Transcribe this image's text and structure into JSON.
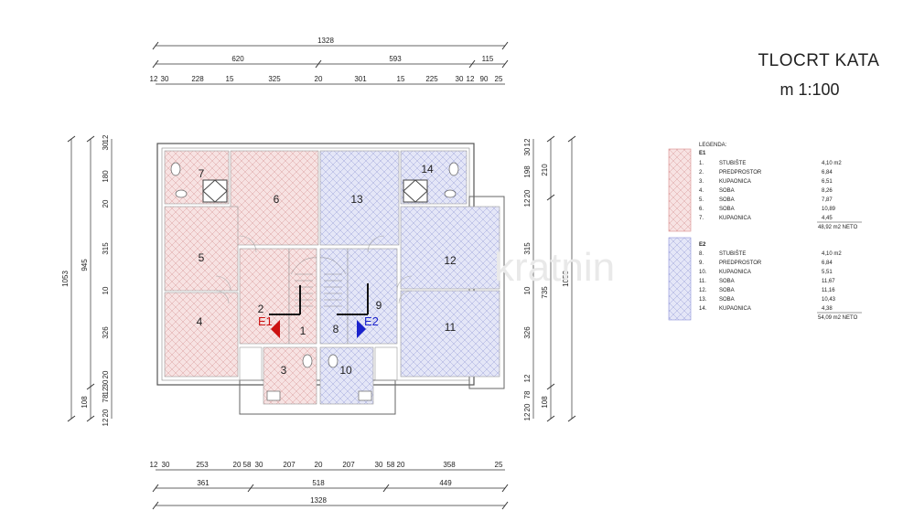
{
  "title": "TLOCRT  KATA",
  "scale": "m 1:100",
  "watermark": "kratnin",
  "colors": {
    "e1_fill": "#f6dede",
    "e1_line": "#d98a8a",
    "e2_fill": "#e2e4f6",
    "e2_line": "#8a8fd9",
    "e1_mark": "#cc1111",
    "e2_mark": "#1a22cc"
  },
  "dims": {
    "top_total": "1328",
    "top_mid": [
      "620",
      "593",
      "115"
    ],
    "top_small": [
      "12",
      "30",
      "228",
      "15",
      "325",
      "20",
      "301",
      "15",
      "225",
      "30",
      "12",
      "90",
      "25"
    ],
    "bottom_small": [
      "12",
      "30",
      "253",
      "20",
      "58",
      "30",
      "207",
      "20",
      "207",
      "30",
      "58",
      "20",
      "358",
      "25"
    ],
    "bottom_mid": [
      "361",
      "518",
      "449"
    ],
    "bottom_total": "1328",
    "left_total": "1053",
    "left_mid": [
      "945",
      "108"
    ],
    "left_small": [
      "30",
      "12",
      "180",
      "20",
      "315",
      "10",
      "326",
      "20",
      "30",
      "12",
      "78",
      "108",
      "12",
      "20"
    ],
    "right_small": [
      "12",
      "30",
      "198",
      "20",
      "12",
      "315",
      "10",
      "326",
      "12",
      "78",
      "20",
      "12"
    ],
    "right_mid": [
      "210",
      "735",
      "108"
    ],
    "right_total": "1053"
  },
  "rooms": [
    "7",
    "6",
    "13",
    "14",
    "5",
    "12",
    "4",
    "11",
    "2",
    "1",
    "8",
    "9",
    "3",
    "10"
  ],
  "markers": {
    "e1": "E1",
    "e2": "E2"
  },
  "legend": {
    "heading": "LEGENDA:",
    "e1": {
      "label": "E1",
      "items": [
        {
          "no": "1.",
          "name": "STUBIŠTE",
          "area": "4,10 m2"
        },
        {
          "no": "2.",
          "name": "PREDPROSTOR",
          "area": "6,84"
        },
        {
          "no": "3.",
          "name": "KUPAONICA",
          "area": "6,51"
        },
        {
          "no": "4.",
          "name": "SOBA",
          "area": "8,26"
        },
        {
          "no": "5.",
          "name": "SOBA",
          "area": "7,87"
        },
        {
          "no": "6.",
          "name": "SOBA",
          "area": "10,89"
        },
        {
          "no": "7.",
          "name": "KUPAONICA",
          "area": "4,45"
        }
      ],
      "total": "48,92 m2 NETO"
    },
    "e2": {
      "label": "E2",
      "items": [
        {
          "no": "8.",
          "name": "STUBIŠTE",
          "area": "4,10 m2"
        },
        {
          "no": "9.",
          "name": "PREDPROSTOR",
          "area": "6,84"
        },
        {
          "no": "10.",
          "name": "KUPAONICA",
          "area": "5,51"
        },
        {
          "no": "11.",
          "name": "SOBA",
          "area": "11,67"
        },
        {
          "no": "12.",
          "name": "SOBA",
          "area": "11,16"
        },
        {
          "no": "13.",
          "name": "SOBA",
          "area": "10,43"
        },
        {
          "no": "14.",
          "name": "KUPAONICA",
          "area": "4,38"
        }
      ],
      "total": "54,09 m2 NETO"
    }
  }
}
